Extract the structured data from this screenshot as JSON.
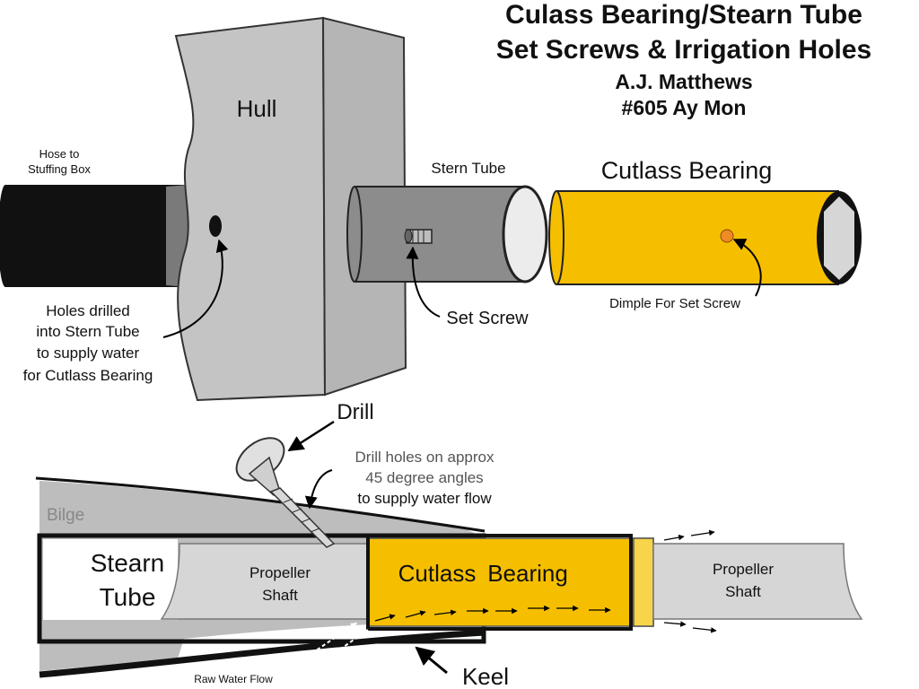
{
  "title": {
    "line1": "Culass Bearing/Stearn Tube",
    "line2": "Set Screws & Irrigation Holes",
    "author": "A.J. Matthews",
    "boat": "#605 Ay Mon"
  },
  "top_labels": {
    "hull": "Hull",
    "hose_line1": "Hose to",
    "hose_line2": "Stuffing Box",
    "stern_tube": "Stern Tube",
    "cutlass_bearing": "Cutlass Bearing",
    "set_screw": "Set Screw",
    "dimple": "Dimple For Set Screw",
    "holes_line1": "Holes drilled",
    "holes_line2": "into Stern Tube",
    "holes_line3": "to supply water",
    "holes_line4": "for Cutlass Bearing"
  },
  "bottom_labels": {
    "drill": "Drill",
    "drill_note_line1": "Drill holes on approx",
    "drill_note_line2": "45 degree angles",
    "drill_note_line3": "to supply water flow",
    "bilge": "Bilge",
    "stearn_line1": "Stearn",
    "stearn_line2": "Tube",
    "prop_left_line1": "Propeller",
    "prop_left_line2": "Shaft",
    "cutlass_part1": "Cutlass",
    "cutlass_part2": "Bearing",
    "prop_right_line1": "Propeller",
    "prop_right_line2": "Shaft",
    "raw_water": "Raw Water Flow",
    "keel": "Keel"
  },
  "colors": {
    "bearing_yellow": "#f5bf00",
    "tube_gray": "#8c8c8c",
    "hull_gray": "#c4c4c4",
    "shaft_gray": "#d6d6d6",
    "hose_black": "#111111"
  }
}
